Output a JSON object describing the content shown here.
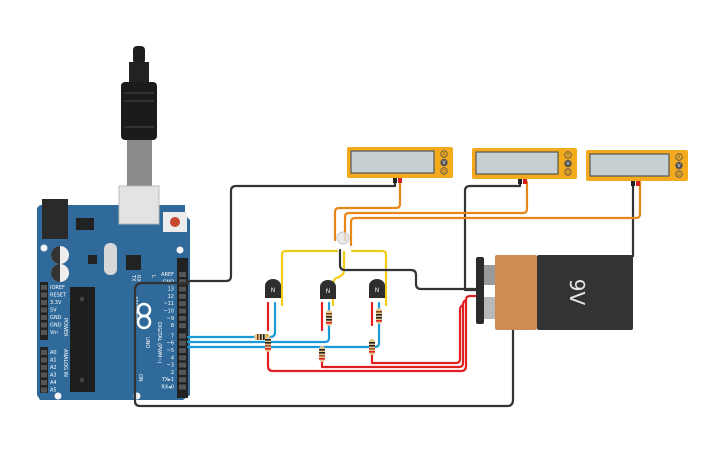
{
  "colors": {
    "board": "#2f6a9a",
    "meter": "#f3aa1c",
    "meter_screen": "#c6cfd2",
    "battery_orange": "#d08b52",
    "battery_black": "#333333",
    "wire_black": "#333333",
    "wire_red": "#e02020",
    "wire_blue": "#1a9bd7",
    "wire_orange": "#e8861a",
    "wire_yellow": "#f0cc1a"
  },
  "arduino": {
    "model": "UNO",
    "brand": "ARDUINO",
    "digital_label": "DIGITAL (PWM~)",
    "power_label": "POWER",
    "analog_label": "ANALOG IN",
    "on_label": "ON",
    "led_labels": [
      "TX",
      "RX",
      "L"
    ],
    "digital_pins": [
      "AREF",
      "GND",
      "13",
      "12",
      "~11",
      "~10",
      "~9",
      "8",
      "7",
      "~6",
      "~5",
      "4",
      "~3",
      "2",
      "TX▸1",
      "RX◂0"
    ],
    "power_pins": [
      "IOREF",
      "RESET",
      "3.3V",
      "5V",
      "GND",
      "GND",
      "Vin"
    ],
    "analog_pins": [
      "A0",
      "A1",
      "A2",
      "A3",
      "A4",
      "A5"
    ]
  },
  "multimeters": [
    {
      "buttons": [
        "A",
        "V",
        "Ω"
      ],
      "mode": "V"
    },
    {
      "buttons": [
        "A",
        "V",
        "Ω"
      ],
      "mode": "V"
    },
    {
      "buttons": [
        "A",
        "V",
        "Ω"
      ],
      "mode": "V"
    }
  ],
  "transistors": [
    {
      "label": "N"
    },
    {
      "label": "N"
    },
    {
      "label": "N"
    }
  ],
  "battery": {
    "label": "9V"
  }
}
